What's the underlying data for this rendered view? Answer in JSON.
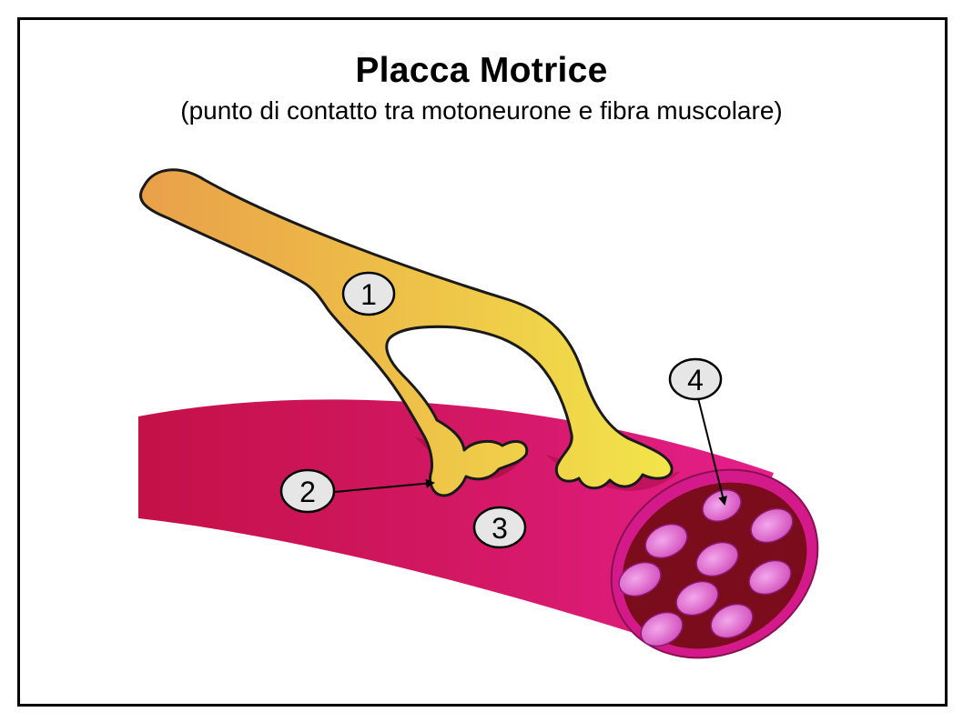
{
  "title": "Placca Motrice",
  "subtitle": "(punto di contatto tra motoneurone e fibra muscolare)",
  "callouts": [
    {
      "label": "1",
      "refers_to": "motoneurone"
    },
    {
      "label": "2",
      "refers_to": "terminazione"
    },
    {
      "label": "3",
      "refers_to": "fibra muscolare"
    },
    {
      "label": "4",
      "refers_to": "miofibrille"
    }
  ],
  "colors": {
    "neuron_light": "#f2e54a",
    "neuron_dark": "#e9a04a",
    "muscle_dark": "#c41148",
    "muscle_light": "#e51f8c",
    "myofibril": "#e060c8",
    "cross_section_bg": "#7a0c1c",
    "callout_fill": "#e6e6e6"
  }
}
